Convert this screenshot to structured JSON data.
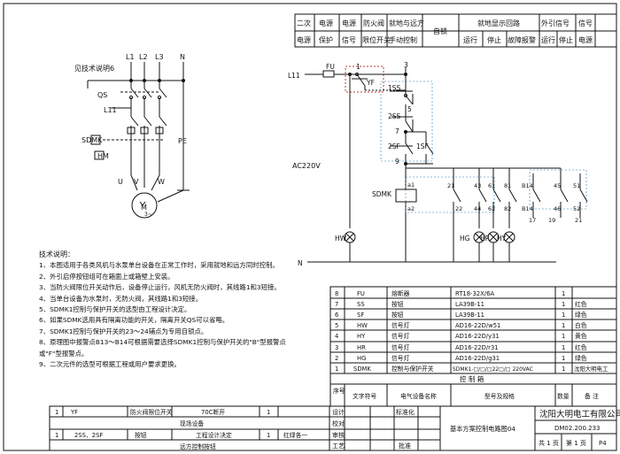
{
  "header": {
    "cells": [
      [
        "二次",
        "电源"
      ],
      [
        "电源",
        "保护"
      ],
      [
        "电源",
        "信号"
      ],
      [
        "防火阀",
        "限位开关"
      ],
      [
        "就地与远方",
        "手动控制"
      ],
      [
        "自锁"
      ],
      [
        "就地显示回路",
        "运行",
        "停止",
        "故障报警"
      ],
      [
        "外引信号",
        "运行",
        "停止"
      ],
      [
        "信号",
        "电源"
      ]
    ]
  },
  "power": {
    "phases": [
      "L1",
      "L2",
      "L3",
      "N"
    ],
    "note": "见技术说明6",
    "labels": [
      "QS",
      "L11",
      "SDMK",
      "HM",
      "PE",
      "U",
      "V",
      "W",
      "M",
      "3~"
    ]
  },
  "control": {
    "labels": [
      "L11",
      "FU",
      "1",
      "3",
      "YF",
      "1SS",
      "5",
      "2SS",
      "7",
      "2SF",
      "1SF",
      "9",
      "AC220V",
      "SDMK",
      "a1",
      "a2",
      "HW",
      "N"
    ],
    "aux": [
      "21",
      "43",
      "61",
      "81",
      "B14",
      "45",
      "51",
      "22",
      "44",
      "62",
      "82",
      "B14",
      "46",
      "17",
      "52",
      "19",
      "21",
      "HG",
      "HR",
      "HY"
    ]
  },
  "notes": {
    "title": "技术说明：",
    "items": [
      "1、本图适用于各类风机与水泵单台设备在正常工作时，采用就地和远方同时控制。",
      "2、外引启停按钮组可在箱面上或箱壁上安装。",
      "3、当防火阀限位开关动作后，设备停止运行，风机无防火阀时，其线路1和3短接。",
      "4、当单台设备为水泵时，无防火阀，其线路1和3短接。",
      "5、SDMK1控制与保护开关的选型由工程设计决定。",
      "6、如果SDMK选用具有隔离功能的开关，隔离开关QS可以省略。",
      "7、SDMK1控制与保护开关的23～24辅点为专用自锁点。",
      "8、原理图中报警点B13～B14可根据需要选择SDMK1控制与保护开关的\"B\"型报警点",
      "   或\"F\"型报警点。",
      "9、二次元件的选型可根据工程或用户要求更换。"
    ]
  },
  "bom": {
    "rows": [
      [
        "8",
        "FU",
        "熔断器",
        "RT18-32X/6A",
        "1",
        ""
      ],
      [
        "7",
        "SS",
        "按钮",
        "LA39B-11",
        "1",
        "红色"
      ],
      [
        "6",
        "SF",
        "按钮",
        "LA39B-11",
        "1",
        "绿色"
      ],
      [
        "5",
        "HW",
        "信号灯",
        "AD16-22D/w51",
        "1",
        "白色"
      ],
      [
        "4",
        "HY",
        "信号灯",
        "AD16-22D/y31",
        "1",
        "黄色"
      ],
      [
        "3",
        "HR",
        "信号灯",
        "AD16-22D/r31",
        "1",
        "红色"
      ],
      [
        "2",
        "HG",
        "信号灯",
        "AD16-22D/g31",
        "1",
        "绿色"
      ],
      [
        "1",
        "SDMK",
        "控制与保护开关",
        "SDMK1-□/□/□22□/□ 220VAC",
        "1",
        "沈阳大明电工"
      ]
    ],
    "section_label": "控 制 箱",
    "headers": [
      "序号",
      "文字符号",
      "电气设备名称",
      "型号及规格",
      "数量",
      "备  注"
    ]
  },
  "field_table": {
    "rows": [
      [
        "1",
        "YF",
        "防火阀限位开关",
        "70C断开",
        "1"
      ],
      [
        "1",
        "2SS、2SF",
        "按钮",
        "工程设计决定",
        "1",
        "红绿各一"
      ]
    ],
    "section1": "现场设备",
    "section2": "远方控制按钮"
  },
  "title_block": {
    "left_labels": [
      "设计",
      "校对",
      "审核",
      "工艺"
    ],
    "mid_labels": [
      "标准化",
      "批准"
    ],
    "title": "基本方案控制电路图04",
    "company": "沈阳大明电工有限公司",
    "drawing_no": "DM02.200.233",
    "sheet_total": "共 1 页",
    "sheet_no": "第 1 页",
    "page": "P4"
  }
}
